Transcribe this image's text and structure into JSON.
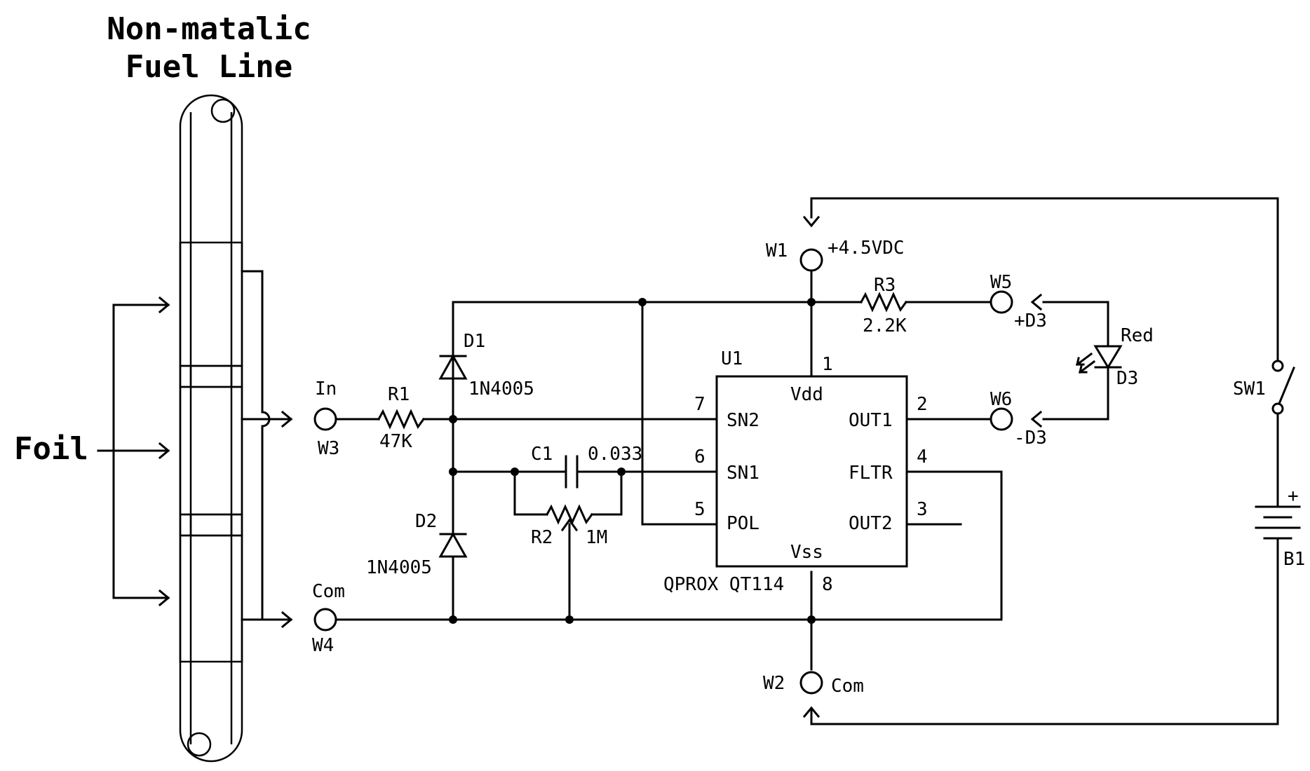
{
  "title_lines": [
    "Non-matalic",
    "Fuel Line"
  ],
  "foil_label": "Foil",
  "ic": {
    "ref": "U1",
    "part": "QPROX QT114",
    "pins": [
      {
        "num": "1",
        "name": "Vdd"
      },
      {
        "num": "2",
        "name": "OUT1"
      },
      {
        "num": "3",
        "name": "OUT2"
      },
      {
        "num": "4",
        "name": "FLTR"
      },
      {
        "num": "5",
        "name": "POL"
      },
      {
        "num": "6",
        "name": "SN1"
      },
      {
        "num": "7",
        "name": "SN2"
      },
      {
        "num": "8",
        "name": "Vss"
      }
    ]
  },
  "components": {
    "r1": {
      "ref": "R1",
      "value": "47K"
    },
    "r2": {
      "ref": "R2",
      "value": "1M"
    },
    "r3": {
      "ref": "R3",
      "value": "2.2K"
    },
    "c1": {
      "ref": "C1",
      "value": "0.033"
    },
    "d1": {
      "ref": "D1",
      "value": "1N4005"
    },
    "d2": {
      "ref": "D2",
      "value": "1N4005"
    },
    "d3": {
      "ref": "D3",
      "value": "Red"
    },
    "sw1": {
      "ref": "SW1"
    },
    "b1": {
      "ref": "B1",
      "polarity": "+"
    }
  },
  "terminals": {
    "w1": {
      "ref": "W1",
      "label": "+4.5VDC"
    },
    "w2": {
      "ref": "W2",
      "label": "Com"
    },
    "w3": {
      "ref": "W3",
      "label": "In"
    },
    "w4": {
      "ref": "W4",
      "label": "Com"
    },
    "w5": {
      "ref": "W5",
      "label": "+D3"
    },
    "w6": {
      "ref": "W6",
      "label": "-D3"
    }
  }
}
